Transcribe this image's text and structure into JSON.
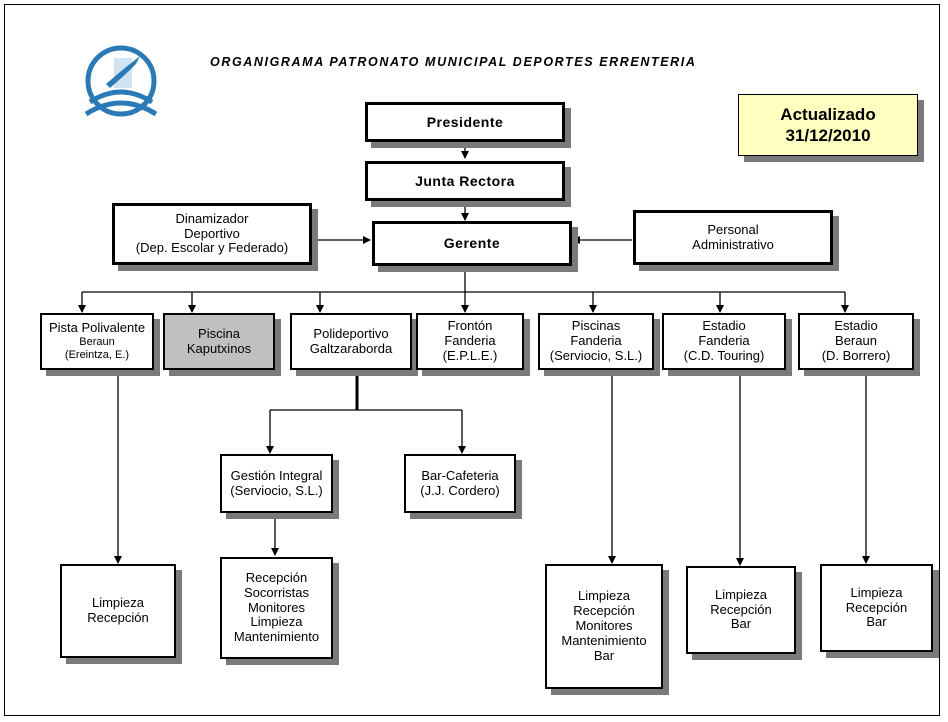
{
  "title": "ORGANIGRAMA PATRONATO MUNICIPAL DEPORTES ERRENTERIA",
  "updated": {
    "line1": "Actualizado",
    "line2": "31/12/2010"
  },
  "logo": {
    "icon": "municipal-sports-logo",
    "color": "#2a7ab8"
  },
  "top": {
    "presidente": "Presidente",
    "junta": "Junta Rectora",
    "gerente": "Gerente",
    "dinamizador": [
      "Dinamizador",
      "Deportivo",
      "(Dep. Escolar y Federado)"
    ],
    "personal": [
      "Personal",
      "Administrativo"
    ]
  },
  "units": {
    "pista": [
      "Pista Polivalente",
      "Beraun",
      "(Ereintza, E.)"
    ],
    "piscina_kap": [
      "Piscina",
      "Kaputxinos"
    ],
    "polideportivo": [
      "Polideportivo",
      "Galtzaraborda"
    ],
    "fronton": [
      "Frontón",
      "Fanderia",
      "(E.P.L.E.)"
    ],
    "piscinas_fan": [
      "Piscinas",
      "Fanderia",
      "(Serviocio, S.L.)"
    ],
    "estadio_fan": [
      "Estadio",
      "Fanderia",
      "(C.D. Touring)"
    ],
    "estadio_ber": [
      "Estadio",
      "Beraun",
      "(D. Borrero)"
    ]
  },
  "sub": {
    "gestion": [
      "Gestión Integral",
      "(Serviocio, S.L.)"
    ],
    "bar": [
      "Bar-Cafeteria",
      "(J.J. Cordero)"
    ]
  },
  "staff": {
    "pista": [
      "Limpieza",
      "Recepción"
    ],
    "gestion": [
      "Recepción",
      "Socorristas",
      "Monitores",
      "Limpieza",
      "Mantenimiento"
    ],
    "piscinas": [
      "Limpieza",
      "Recepción",
      "Monitores",
      "Mantenimiento",
      "Bar"
    ],
    "estadio_fan": [
      "Limpieza",
      "Recepción",
      "Bar"
    ],
    "estadio_ber": [
      "Limpieza",
      "Recepción",
      "Bar"
    ]
  }
}
